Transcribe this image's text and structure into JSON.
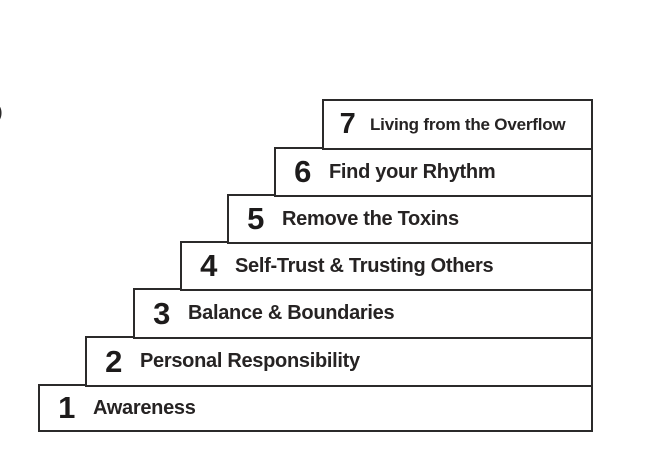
{
  "diagram": {
    "name": "seven-step staircase",
    "steps": [
      {
        "number": "1",
        "label": "Awareness"
      },
      {
        "number": "2",
        "label": "Personal Responsibility"
      },
      {
        "number": "3",
        "label": "Balance & Boundaries"
      },
      {
        "number": "4",
        "label": "Self-Trust & Trusting Others"
      },
      {
        "number": "5",
        "label": "Remove the Toxins"
      },
      {
        "number": "6",
        "label": "Find your Rhythm"
      },
      {
        "number": "7",
        "label": "Living from the Overflow"
      }
    ],
    "edge_artifact": ")",
    "colors": {
      "background": "#ffffff",
      "box_fill": "#ffffff",
      "border": "#2b2a2a",
      "text": "#262323"
    }
  }
}
